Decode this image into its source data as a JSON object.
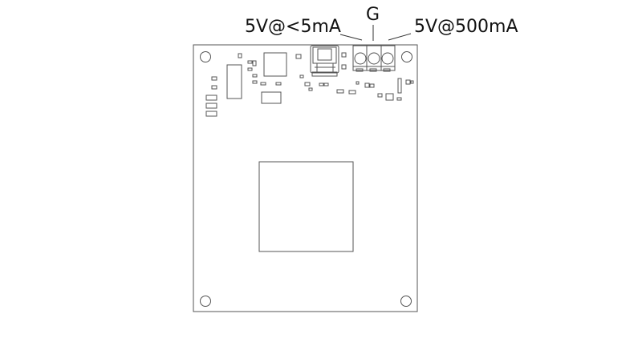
{
  "labels": {
    "low_current": "5V@<5mA",
    "ground": "G",
    "high_current": "5V@500mA"
  },
  "colors": {
    "line": "#555555",
    "background": "#ffffff",
    "text": "#111111"
  }
}
